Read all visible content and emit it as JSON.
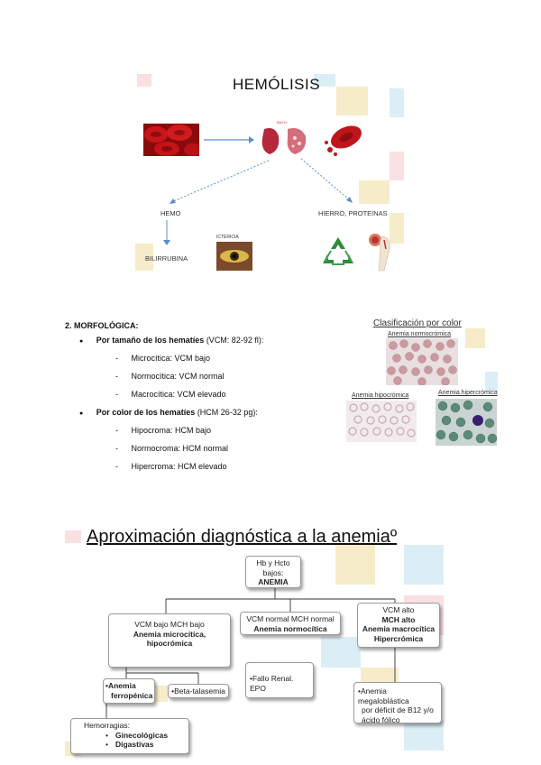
{
  "hemolisis": {
    "title": "HEMÓLISIS",
    "hemo_label": "HEMO",
    "hierro_label": "HIERRO, PROTEINAS",
    "bilirrubina_label": "BILIRRUBINA",
    "ictericia_label": "ICTERICIA",
    "spleen_caption": "BAZO"
  },
  "morfologica": {
    "heading_num": "2.",
    "heading": "MORFOLÓGICA:",
    "bullets": [
      {
        "label": "Por tamaño de los hematíes",
        "detail": "(VCM: 82-92 fl):",
        "items": [
          "Microcítica: VCM bajo",
          "Normocítica: VCM normal",
          "Macrocítica: VCM elevado"
        ]
      },
      {
        "label": "Por color de los hematíes",
        "detail": "(HCM 26-32 pg):",
        "items": [
          "Hipocroma: HCM bajo",
          "Normocroma: HCM normal",
          "Hipercroma: HCM elevado"
        ]
      }
    ],
    "bullet_dot": "●",
    "dash": "-"
  },
  "clasificacion": {
    "title": "Clasificación por color",
    "normo": "Anemia normocrómica",
    "hipo": "Anemia hipocrómica",
    "hiper": "Anemia hipercrómica"
  },
  "diagram": {
    "title": "Aproximación diagnóstica a la anemiaº",
    "root": {
      "line1": "Hb y Hcto",
      "line2": "bajos:",
      "line3": "ANEMIA"
    },
    "micro": {
      "line1": "VCM bajo MCH bajo",
      "line2": "Anemia microcítica,",
      "line3": "hipocrómica"
    },
    "normo": {
      "line1": "VCM normal MCH normal",
      "line2": "Anemia normocítica"
    },
    "macro": {
      "line1": "VCM alto",
      "line2": "MCH alto",
      "line3": "Anemia macrocítica",
      "line4": "Hipercrómica"
    },
    "ferro": {
      "line1": "•Anemia",
      "line2": "ferropénica"
    },
    "beta": "•Beta-talasemia",
    "fallo": "•Fallo Renal. EPO",
    "megalo": {
      "line1": "•Anemia megaloblástica",
      "line2": "por déficit de B12 y/o",
      "line3": "ácido fólico"
    },
    "hemorragias": {
      "title": "Hemorragias:",
      "items": [
        "Ginecológicas",
        "Digastivas"
      ]
    }
  },
  "colors": {
    "deco_pink": "#f4c6cc",
    "deco_yellow": "#f0dc9c",
    "deco_blue": "#bfe0ec",
    "arrow_blue": "#5b8fc6"
  }
}
